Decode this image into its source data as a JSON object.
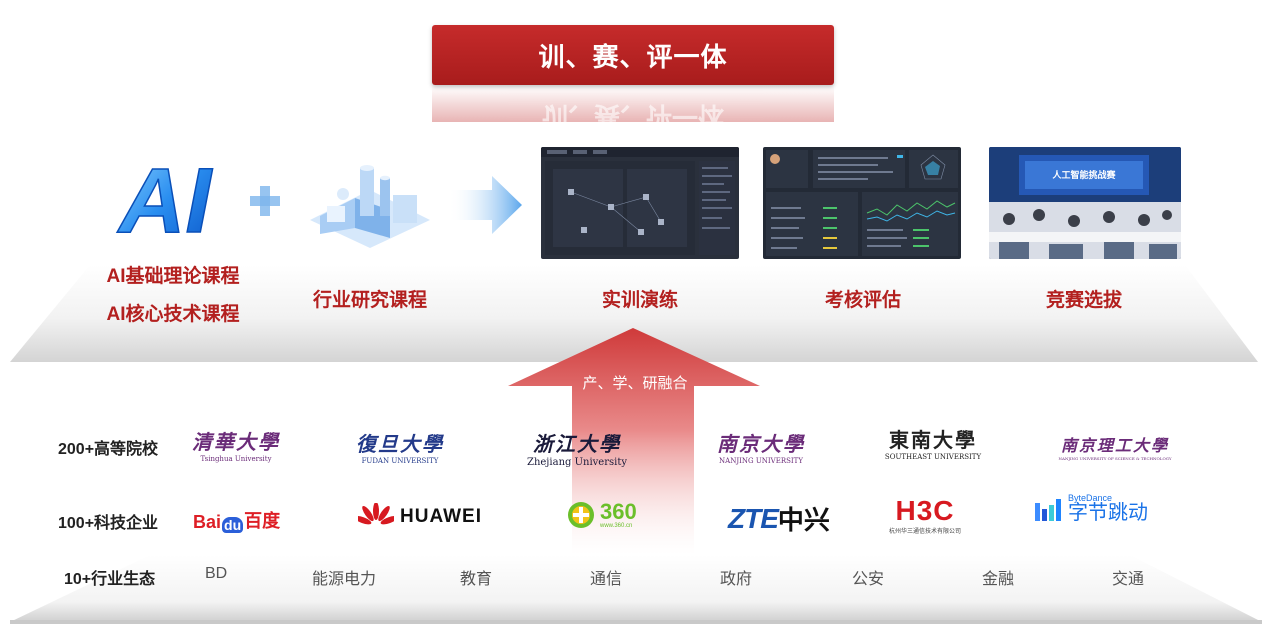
{
  "banner": {
    "title": "训、赛、评一体"
  },
  "top": {
    "ai_logo": "AI",
    "plus": "+",
    "left_labels": [
      "AI基础理论课程",
      "AI核心技术课程"
    ],
    "industry_label": "行业研究课程",
    "practice_label": "实训演练",
    "assess_label": "考核评估",
    "compete_label": "竞赛选拔",
    "event_screen_text": "人工智能挑战赛"
  },
  "arrow": {
    "label": "产、学、研融合"
  },
  "universities": {
    "title": "200+高等院校",
    "items": [
      {
        "cn": "清華大學",
        "en": "Tsinghua University"
      },
      {
        "cn": "復旦大學",
        "en": "FUDAN UNIVERSITY"
      },
      {
        "cn": "浙江大學",
        "en": "Zhejiang University"
      },
      {
        "cn": "南京大學",
        "en": "NANJING UNIVERSITY"
      },
      {
        "cn": "東南大學",
        "en": "SOUTHEAST UNIVERSITY"
      },
      {
        "cn": "南京理工大學",
        "en": "NANJING UNIVERSITY OF SCIENCE & TECHNOLOGY"
      }
    ]
  },
  "companies": {
    "title": "100+科技企业",
    "baidu": {
      "left": "Bai",
      "mid": "du",
      "right": "百度"
    },
    "huawei": "HUAWEI",
    "q360": {
      "name": "360",
      "url": "www.360.cn"
    },
    "zte": {
      "latin": "ZTE",
      "cn": "中兴"
    },
    "h3c": {
      "name": "H3C",
      "sub": "杭州华三通信技术有限公司"
    },
    "bytedance": {
      "en": "ByteDance",
      "cn": "字节跳动"
    }
  },
  "ecosystem": {
    "title": "10+行业生态",
    "items": [
      "BD",
      "能源电力",
      "教育",
      "通信",
      "政府",
      "公安",
      "金融",
      "交通"
    ]
  },
  "colors": {
    "brand_red": "#b3201f",
    "banner_red": "#b82424",
    "university_purple": "#6b2c79"
  }
}
